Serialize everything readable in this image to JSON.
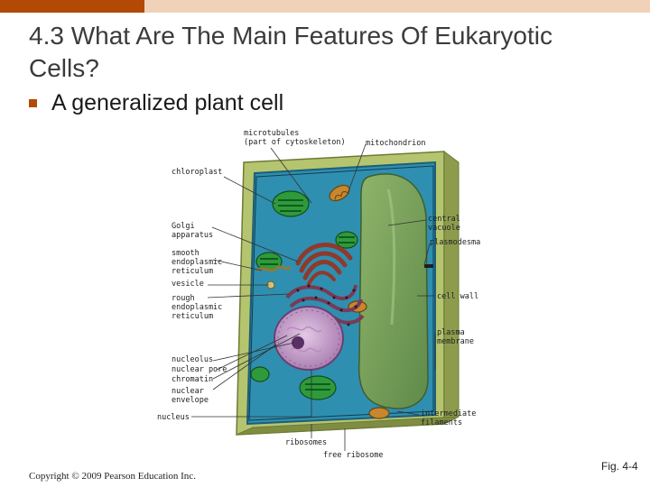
{
  "header": {
    "title": "4.3 What Are The Main Features Of Eukaryotic Cells?",
    "bullet": "A generalized plant cell"
  },
  "diagram": {
    "labels": {
      "microtubules": "microtubules\n(part of cytoskeleton)",
      "mitochondrion": "mitochondrion",
      "chloroplast": "chloroplast",
      "central_vacuole": "central\nvacuole",
      "golgi": "Golgi\napparatus",
      "plasmodesma": "plasmodesma",
      "smooth_er": "smooth\nendoplasmic\nreticulum",
      "vesicle": "vesicle",
      "cell_wall": "cell wall",
      "rough_er": "rough\nendoplasmic\nreticulum",
      "plasma_membrane": "plasma\nmembrane",
      "nucleolus": "nucleolus",
      "nuclear_pore": "nuclear pore",
      "chromatin": "chromatin",
      "nuclear_envelope": "nuclear\nenvelope",
      "nucleus": "nucleus",
      "intermediate_filaments": "intermediate\nfilaments",
      "ribosomes": "ribosomes",
      "free_ribosome": "free ribosome"
    },
    "colors": {
      "cell_wall": "#a3b35c",
      "cytoplasm": "#2f8fb0",
      "vacuole": "#7a9f5a",
      "nucleus": "#c9a3cf",
      "chloroplast": "#2f9a3c",
      "mitochondrion": "#c6872e",
      "golgi": "#8e3a2c",
      "er": "#7a3a55"
    }
  },
  "footer": {
    "copyright": "Copyright © 2009 Pearson Education Inc.",
    "figure_ref": "Fig. 4-4"
  }
}
